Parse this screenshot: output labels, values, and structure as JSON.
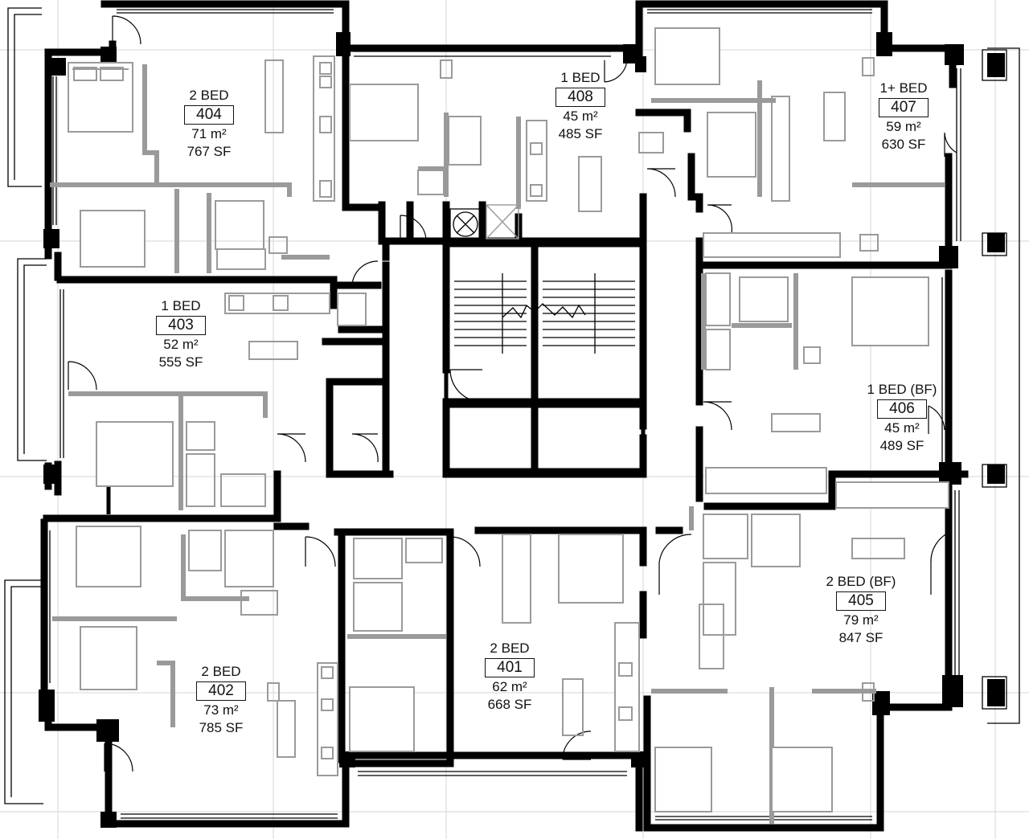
{
  "units": [
    {
      "type": "2 BED",
      "number": "404",
      "area_m2": "71 m²",
      "area_sf": "767 SF"
    },
    {
      "type": "1 BED",
      "number": "408",
      "area_m2": "45 m²",
      "area_sf": "485 SF"
    },
    {
      "type": "1+ BED",
      "number": "407",
      "area_m2": "59 m²",
      "area_sf": "630 SF"
    },
    {
      "type": "1 BED",
      "number": "403",
      "area_m2": "52 m²",
      "area_sf": "555 SF"
    },
    {
      "type": "1 BED (BF)",
      "number": "406",
      "area_m2": "45 m²",
      "area_sf": "489 SF"
    },
    {
      "type": "2 BED",
      "number": "402",
      "area_m2": "73 m²",
      "area_sf": "785 SF"
    },
    {
      "type": "2 BED",
      "number": "401",
      "area_m2": "62 m²",
      "area_sf": "668 SF"
    },
    {
      "type": "2 BED (BF)",
      "number": "405",
      "area_m2": "79 m²",
      "area_sf": "847 SF"
    }
  ]
}
